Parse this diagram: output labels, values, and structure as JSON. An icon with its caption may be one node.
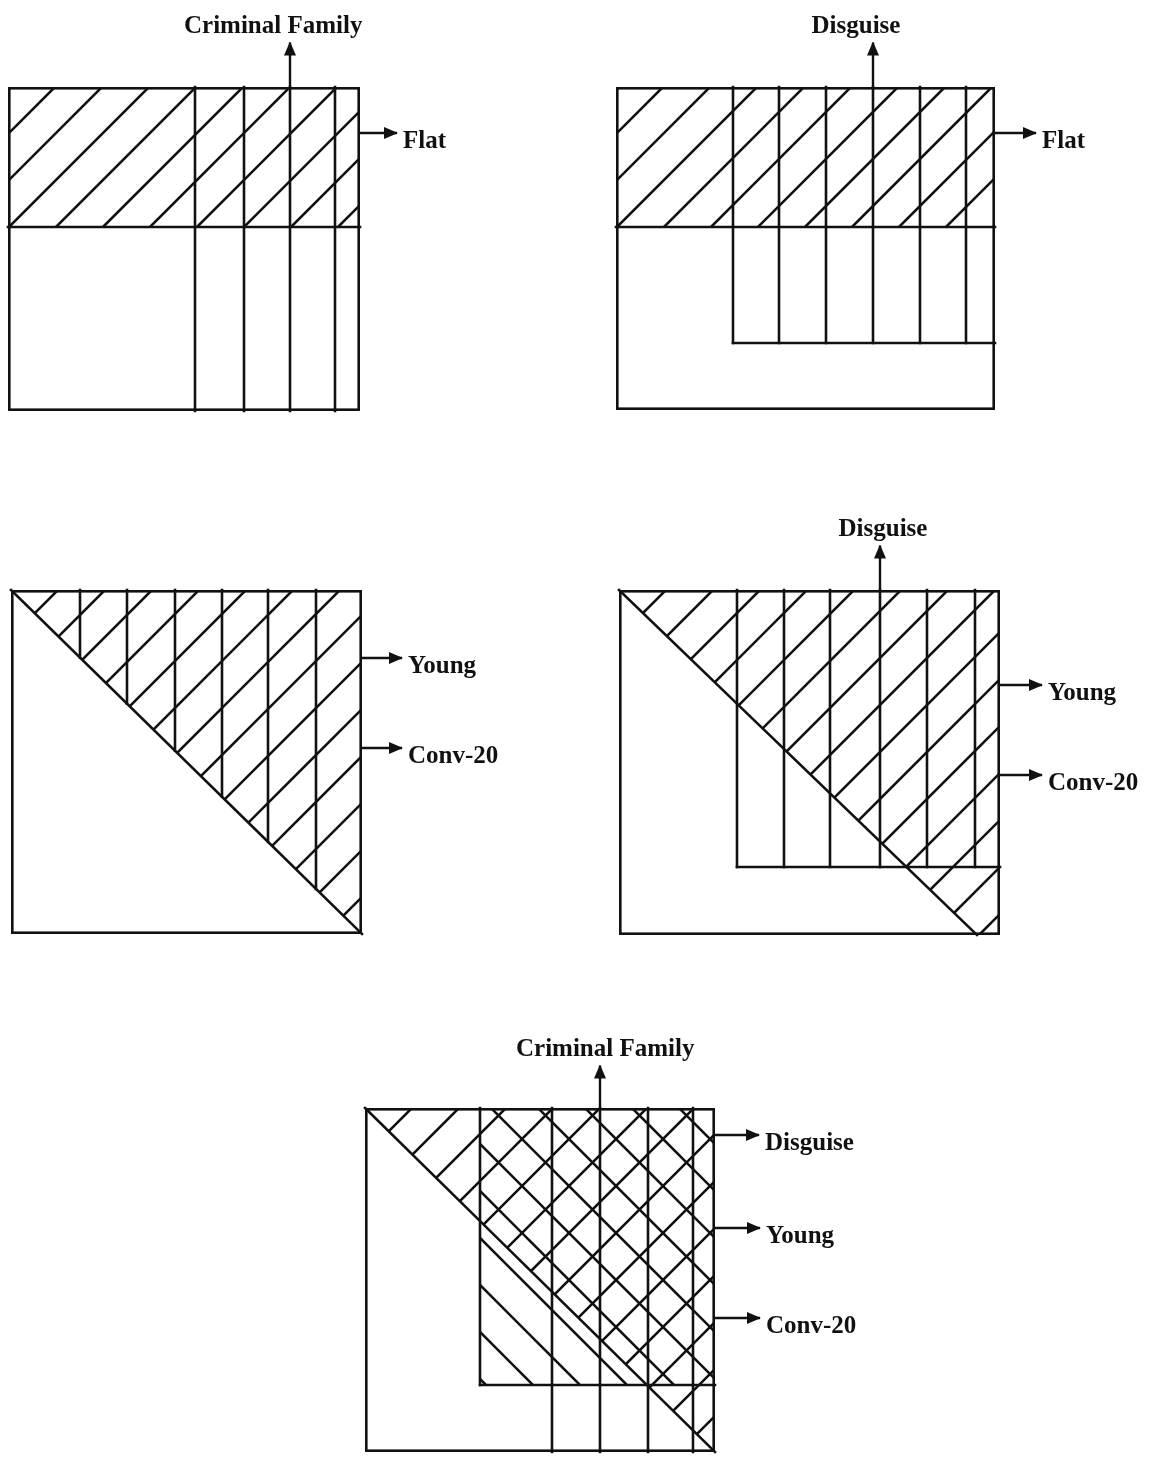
{
  "diagram": {
    "nodes": [
      {
        "text": [],
        "shape": "box"
      },
      {
        "text": [
          "Criminal Family"
        ]
      },
      {
        "text": [
          "Flat"
        ]
      },
      {
        "text": [],
        "shape": "box"
      },
      {
        "text": [
          "Disguise"
        ]
      },
      {
        "text": [
          "Flat"
        ]
      },
      {
        "text": [],
        "shape": "box"
      },
      {
        "text": [
          "Young"
        ]
      },
      {
        "text": [
          "Conv-20"
        ]
      },
      {
        "text": [],
        "shape": "box"
      },
      {
        "text": [
          "Disguise"
        ]
      },
      {
        "text": [
          "Young"
        ]
      },
      {
        "text": [
          "Conv-20"
        ]
      },
      {
        "text": [],
        "shape": "box"
      },
      {
        "text": [
          "Criminal Family"
        ]
      },
      {
        "text": [
          "Disguise"
        ]
      },
      {
        "text": [
          "Young"
        ]
      },
      {
        "text": [
          "Conv-20"
        ]
      }
    ],
    "edges": [
      {
        "from": 0,
        "to": 1,
        "arrow": "to"
      },
      {
        "from": 0,
        "to": 2,
        "arrow": "to"
      },
      {
        "from": 3,
        "to": 4,
        "arrow": "to"
      },
      {
        "from": 3,
        "to": 5,
        "arrow": "to"
      },
      {
        "from": 6,
        "to": 7,
        "arrow": "to"
      },
      {
        "from": 6,
        "to": 8,
        "arrow": "to"
      },
      {
        "from": 9,
        "to": 10,
        "arrow": "to"
      },
      {
        "from": 9,
        "to": 11,
        "arrow": "to"
      },
      {
        "from": 9,
        "to": 12,
        "arrow": "to"
      },
      {
        "from": 13,
        "to": 14,
        "arrow": "to"
      },
      {
        "from": 13,
        "to": 15,
        "arrow": "to"
      },
      {
        "from": 13,
        "to": 16,
        "arrow": "to"
      },
      {
        "from": 13,
        "to": 17,
        "arrow": "to"
      }
    ]
  }
}
